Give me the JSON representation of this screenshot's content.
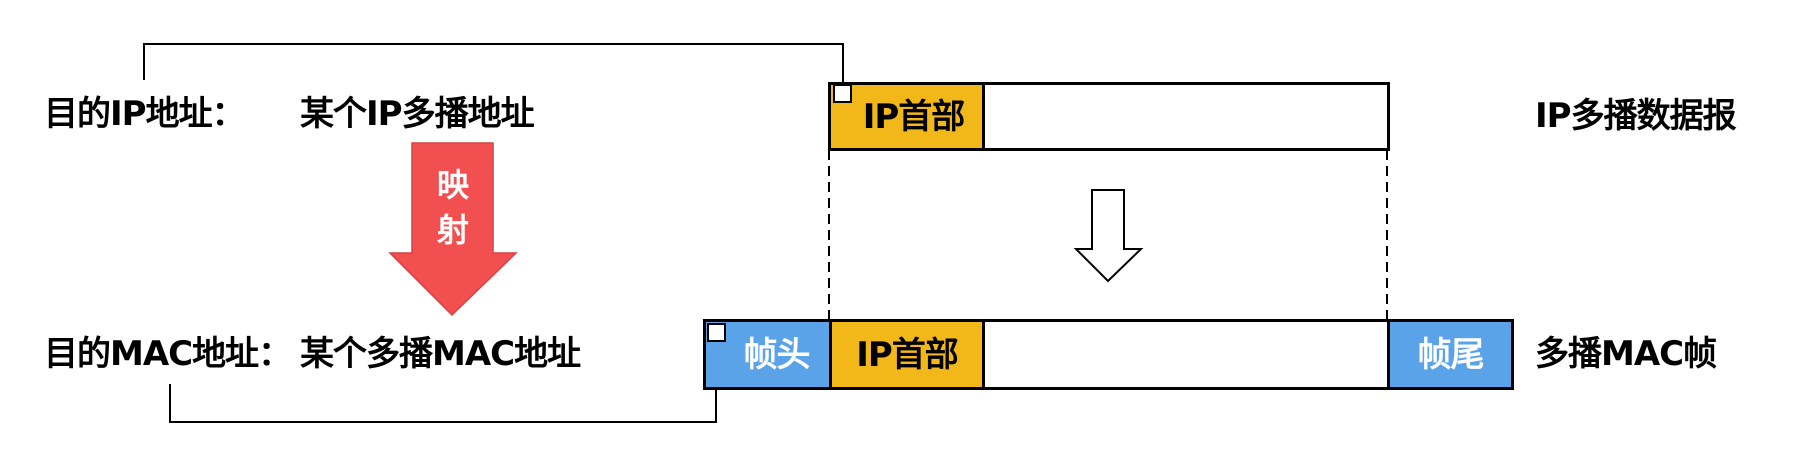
{
  "left_labels": {
    "dest_ip_label": "目的IP地址：",
    "dest_ip_value": "某个IP多播地址",
    "dest_mac_label": "目的MAC地址：",
    "dest_mac_value": "某个多播MAC地址",
    "mapping_arrow_text": [
      "映",
      "射"
    ]
  },
  "ip_datagram": {
    "header_label": "IP首部",
    "caption": "IP多播数据报"
  },
  "mac_frame": {
    "frame_header_label": "帧头",
    "ip_header_label": "IP首部",
    "frame_trailer_label": "帧尾",
    "caption": "多播MAC帧"
  },
  "colors": {
    "ip_header": "#f2b81a",
    "frame_parts": "#5ba3e8",
    "mapping_arrow": "#f25050"
  }
}
